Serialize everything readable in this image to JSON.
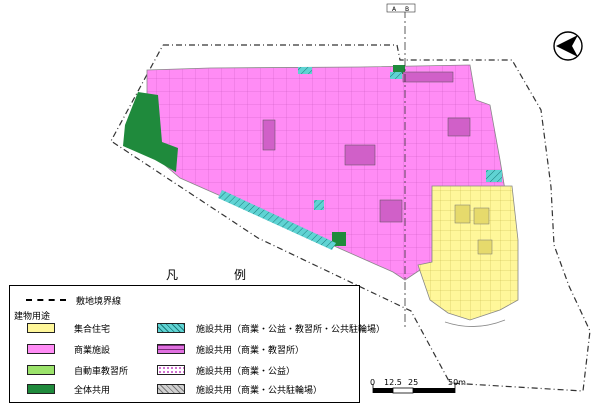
{
  "legend": {
    "title": "凡　例",
    "boundary_label": "敷地境界線",
    "usage_header": "建物用途",
    "items": [
      {
        "label": "集合住宅",
        "color": "#fff79a",
        "pattern": "solid"
      },
      {
        "label": "商業施設",
        "color": "#ff8cf5",
        "pattern": "solid"
      },
      {
        "label": "自動車教習所",
        "color": "#9be36b",
        "pattern": "solid"
      },
      {
        "label": "全体共用",
        "color": "#1f8a3c",
        "pattern": "solid"
      },
      {
        "label": "施設共用（商業・公益・教習所・公共駐輪場）",
        "color": "#5fd3d3",
        "pattern": "hatch"
      },
      {
        "label": "施設共用（商業・教習所）",
        "color": "#e070e0",
        "pattern": "crosshatch"
      },
      {
        "label": "施設共用（商業・公益）",
        "color": "#ffffff",
        "pattern": "dots"
      },
      {
        "label": "施設共用（商業・公共駐輪場）",
        "color": "#bdbdbd",
        "pattern": "hatch"
      }
    ]
  },
  "scale": {
    "ticks": [
      "0",
      "12.5",
      "25",
      "50m"
    ]
  },
  "section_marker": {
    "labels": [
      "A",
      "B"
    ]
  },
  "north_arrow": {
    "icon": "north-arrow-icon"
  },
  "colors": {
    "commercial": "#ff8cf5",
    "residential": "#fff79a",
    "common": "#1f8a3c",
    "facility_shared": "#5fd3d3"
  }
}
